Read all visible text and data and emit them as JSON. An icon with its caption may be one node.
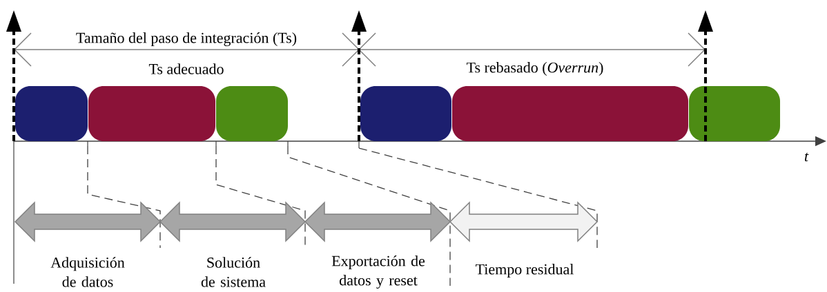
{
  "diagram": {
    "nodes": [
      {
        "text": [],
        "shape": "box"
      },
      {
        "text": [],
        "shape": "box"
      },
      {
        "text": [],
        "shape": "box"
      },
      {
        "text": [],
        "shape": "box"
      },
      {
        "text": [],
        "shape": "box"
      },
      {
        "text": [],
        "shape": "box"
      },
      {
        "text": [
          "Adquisición de datos"
        ]
      },
      {
        "text": [
          "Solución de sistema"
        ]
      },
      {
        "text": [
          "Exportación de datos y reset"
        ]
      },
      {
        "text": [
          "Tiempo residual"
        ]
      }
    ],
    "edges": [],
    "labels": [
      "Tamaño del paso de integración (Ts)",
      "Ts adecuado",
      "Ts rebasado (*Overrun*)",
      "t"
    ]
  }
}
